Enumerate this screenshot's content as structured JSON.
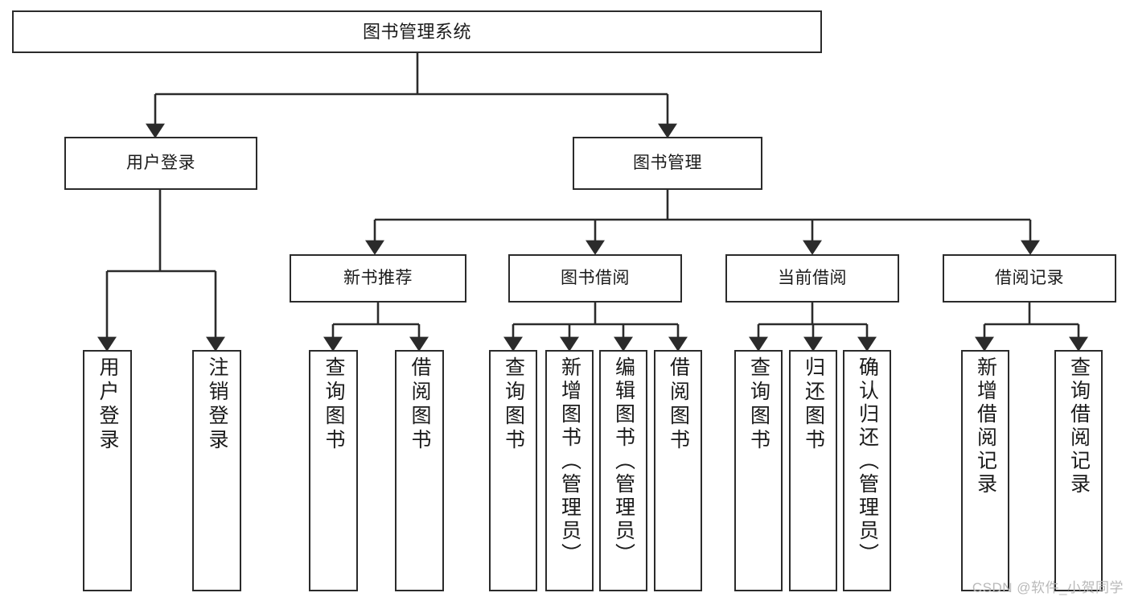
{
  "diagram": {
    "title": "图书管理系统",
    "type": "tree-hierarchy",
    "orientation": "top-down",
    "colors": {
      "box_border": "#2b2b2b",
      "box_fill": "#ffffff",
      "edge": "#2b2b2b",
      "text": "#1a1a1a",
      "watermark": "#b9b9b9"
    }
  },
  "nodes": {
    "root": {
      "label": "图书管理系统"
    },
    "level1": [
      {
        "label": "用户登录"
      },
      {
        "label": "图书管理"
      }
    ],
    "level2": [
      {
        "label": "新书推荐"
      },
      {
        "label": "图书借阅"
      },
      {
        "label": "当前借阅"
      },
      {
        "label": "借阅记录"
      }
    ],
    "leaves_user_login": [
      {
        "label": "用户登录"
      },
      {
        "label": "注销登录"
      }
    ],
    "leaves_new_book": [
      {
        "label": "查询图书"
      },
      {
        "label": "借阅图书"
      }
    ],
    "leaves_borrow": [
      {
        "label": "查询图书"
      },
      {
        "label": "新增图书（管理员）"
      },
      {
        "label": "编辑图书（管理员）"
      },
      {
        "label": "借阅图书"
      }
    ],
    "leaves_current": [
      {
        "label": "查询图书"
      },
      {
        "label": "归还图书"
      },
      {
        "label": "确认归还（管理员）"
      }
    ],
    "leaves_record": [
      {
        "label": "新增借阅记录"
      },
      {
        "label": "查询借阅记录"
      }
    ]
  },
  "watermark": {
    "text": "CSDN @软件_小贺同学"
  }
}
